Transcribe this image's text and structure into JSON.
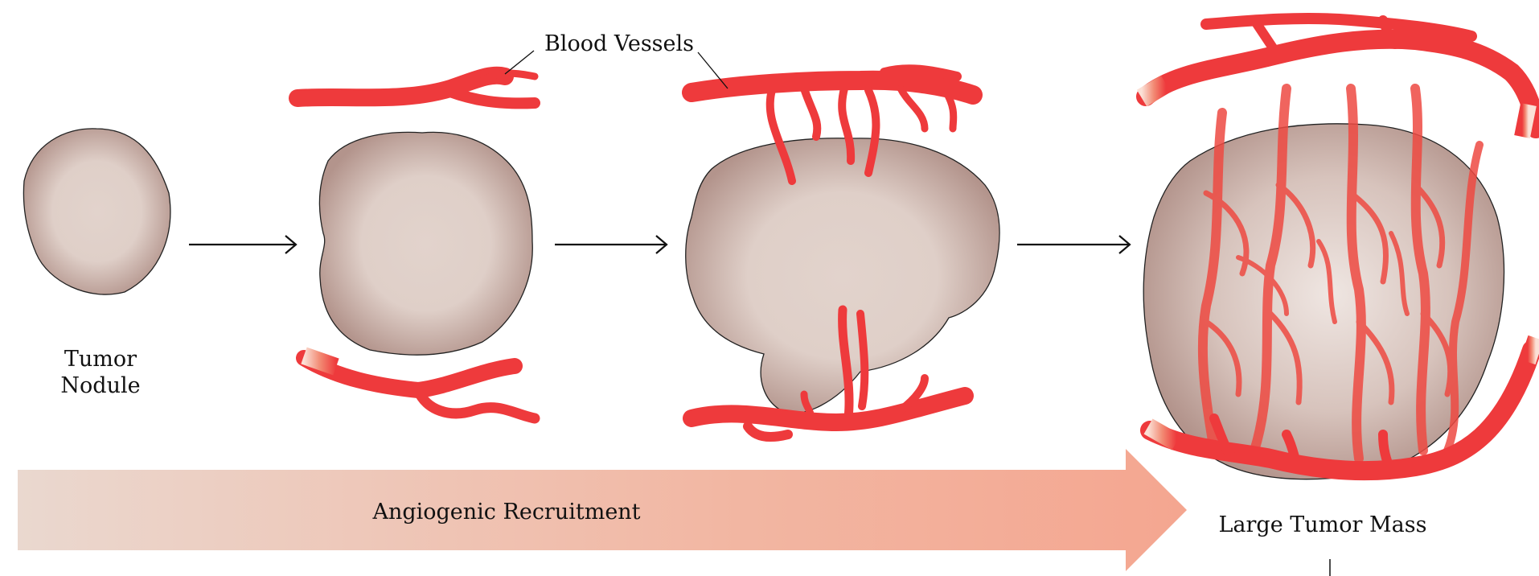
{
  "title": "Tumor angiogenesis progression",
  "labels": {
    "tumor_nodule_line1": "Tumor",
    "tumor_nodule_line2": "Nodule",
    "blood_vessels": "Blood Vessels",
    "angiogenic_recruitment": "Angiogenic Recruitment",
    "large_tumor_mass": "Large Tumor Mass"
  },
  "colors": {
    "tumor_center": "#e2d3cc",
    "tumor_edge": "#b89a92",
    "vessel": "#ee3a3c",
    "arrow_start": "#ead8cf",
    "arrow_end": "#f4a690"
  }
}
